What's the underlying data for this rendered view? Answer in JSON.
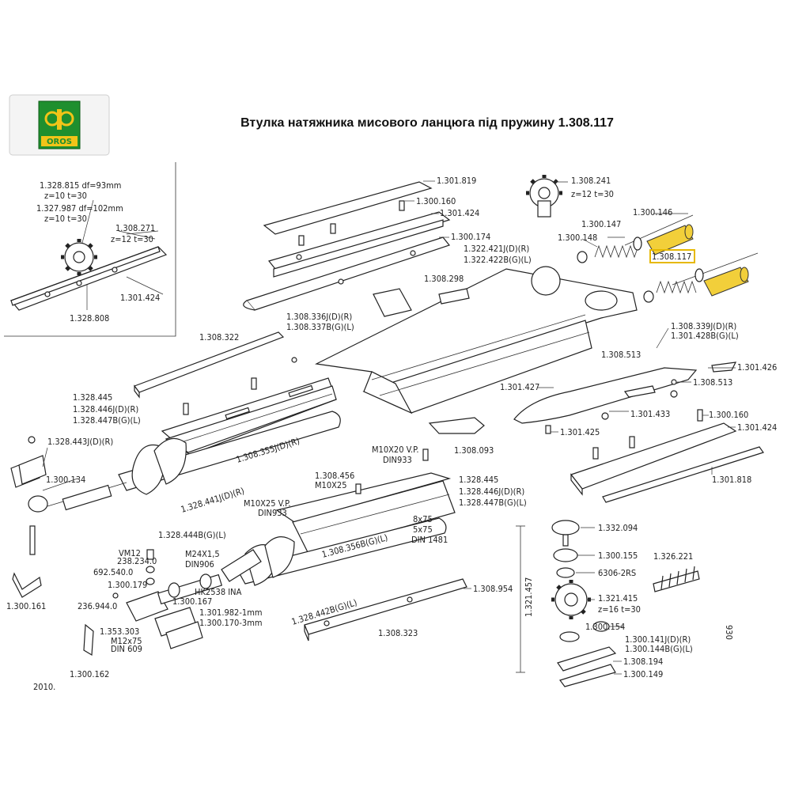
{
  "title": "Втулка натяжника мисового ланцюга під пружину 1.308.117",
  "logo": {
    "text": "OROS",
    "color": "#1f8f2e",
    "accent": "#f2c418"
  },
  "highlight_color": "#f2cf3a",
  "year": "2010.",
  "page_number": "930",
  "inset": {
    "l1": "1.328.815  df=93mm",
    "l2": "z=10  t=30",
    "l3": "1.327.987  df=102mm",
    "l4": "z=10  t=30",
    "l5": "1.308.271",
    "l6": "z=12  t=30",
    "l7": "1.301.424",
    "l8": "1.328.808"
  },
  "labels": {
    "p1301819": "1.301.819",
    "p1300160a": "1.300.160",
    "p1301424a": "1.301.424",
    "p1300174": "1.300.174",
    "p1322421": "1.322.421J(D)(R)",
    "p1322422": "1.322.422B(G)(L)",
    "p1308298": "1.308.298",
    "p1308336": "1.308.336J(D)(R)",
    "p1308337": "1.308.337B(G)(L)",
    "p1308241": "1.308.241",
    "p1308241b": "z=12  t=30",
    "p1300146": "1.300.146",
    "p1300147": "1.300.147",
    "p1300148": "1.300.148",
    "p1308117": "1.308.117",
    "p1308339": "1.308.339J(D)(R)",
    "p1301428": "1.301.428B(G)(L)",
    "p1308513a": "1.308.513",
    "p1301426": "1.301.426",
    "p1301427": "1.301.427",
    "p1308513b": "1.308.513",
    "p1301433": "1.301.433",
    "p1300160b": "1.300.160",
    "p1301424b": "1.301.424",
    "p1301425": "1.301.425",
    "p1301818": "1.301.818",
    "p1308322": "1.308.322",
    "p1328445a": "1.328.445",
    "p1328446a": "1.328.446J(D)(R)",
    "p1328447a": "1.328.447B(G)(L)",
    "p1328443": "1.328.443J(D)(R)",
    "p1308355": "1.308.355J(D)(R)",
    "p1300134": "1.300.134",
    "p1328441": "1.328.441J(D)(R)",
    "pM10x20": "M10X20 V.P.",
    "pDIN933a": "DIN933",
    "p1308093": "1.308.093",
    "p1308456": "1.308.456",
    "pM10x25a": "M10X25",
    "p1328445b": "1.328.445",
    "p1328446b": "1.328.446J(D)(R)",
    "p1328447b": "1.328.447B(G)(L)",
    "pM10x25b": "M10X25 V.P.",
    "pDIN933b": "DIN933",
    "p8x75": "8x75",
    "p5x75": "5x75",
    "pDIN1481": "DIN 1481",
    "p1328444": "1.328.444B(G)(L)",
    "p1308356": "1.308.356B(G)(L)",
    "pVM12": "VM12",
    "p238234": "238.234.0",
    "p692540": "692.540.0",
    "p1300179": "1.300.179",
    "p236944": "236.944.0",
    "pM24": "M24X1,5",
    "pDIN906": "DIN906",
    "pHK2538": "HK2538 INA",
    "p1300167": "1.300.167",
    "p1301982": "1.301.982-1mm",
    "p1300170": "1.300.170-3mm",
    "p1328442": "1.328.442B(G)(L)",
    "p1308954": "1.308.954",
    "p1308323": "1.308.323",
    "p1300161": "1.300.161",
    "p1353303": "1.353.303",
    "pM12x75": "M12x75",
    "pDIN609": "DIN 609",
    "p1300162": "1.300.162",
    "p1332094": "1.332.094",
    "p1300155": "1.300.155",
    "p6306": "6306-2RS",
    "p1321415": "1.321.415",
    "p1321415b": "z=16  t=30",
    "p1321457": "1.321.457",
    "p1326221": "1.326.221",
    "p1300154": "1.300.154",
    "p1300141": "1.300.141J(D)(R)",
    "p1300144": "1.300.144B(G)(L)",
    "p1308194": "1.308.194",
    "p1300149": "1.300.149"
  }
}
